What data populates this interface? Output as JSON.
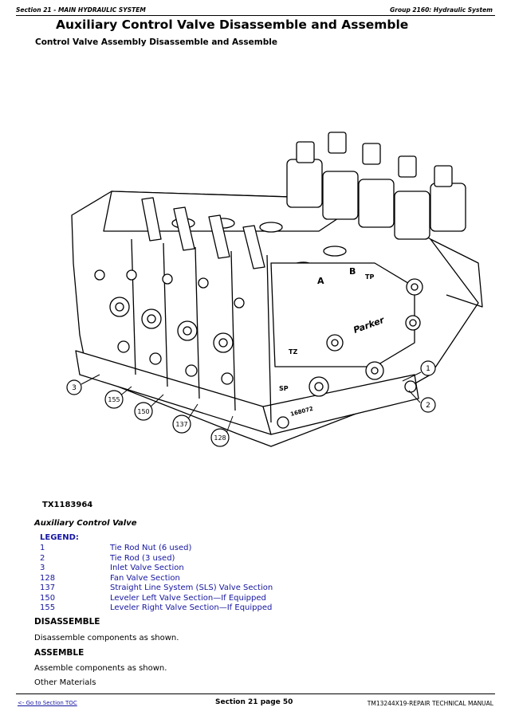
{
  "header": {
    "section": "Section 21 - MAIN HYDRAULIC SYSTEM",
    "group": "Group 2160: Hydraulic System"
  },
  "page_title": "Auxiliary Control Valve Disassemble and Assemble",
  "subtitle": "Control Valve Assembly Disassemble and Assemble",
  "figure": {
    "id": "TX1183964",
    "caption": "Auxiliary Control Valve",
    "callouts": [
      "1",
      "2",
      "3",
      "155",
      "150",
      "137",
      "128"
    ],
    "port_labels": [
      "A",
      "B",
      "TP",
      "TZ",
      "SP"
    ],
    "brand_mark": "Parker",
    "part_stamp": "168072"
  },
  "legend": {
    "title": "LEGEND:",
    "items": [
      {
        "num": "1",
        "desc": "Tie Rod Nut (6 used)"
      },
      {
        "num": "2",
        "desc": "Tie Rod (3 used)"
      },
      {
        "num": "3",
        "desc": "Inlet Valve Section"
      },
      {
        "num": "128",
        "desc": "Fan Valve Section"
      },
      {
        "num": "137",
        "desc": "Straight Line System (SLS) Valve Section"
      },
      {
        "num": "150",
        "desc": "Leveler Left Valve Section—If Equipped"
      },
      {
        "num": "155",
        "desc": "Leveler Right Valve Section—If Equipped"
      }
    ]
  },
  "disassemble": {
    "heading": "DISASSEMBLE",
    "text": "Disassemble components as shown."
  },
  "assemble": {
    "heading": "ASSEMBLE",
    "text": "Assemble components as shown."
  },
  "other_materials": "Other Materials",
  "footer": {
    "toc_link": "<- Go to Section TOC",
    "page": "Section 21 page 50",
    "manual": "TM13244X19-REPAIR TECHNICAL MANUAL"
  }
}
